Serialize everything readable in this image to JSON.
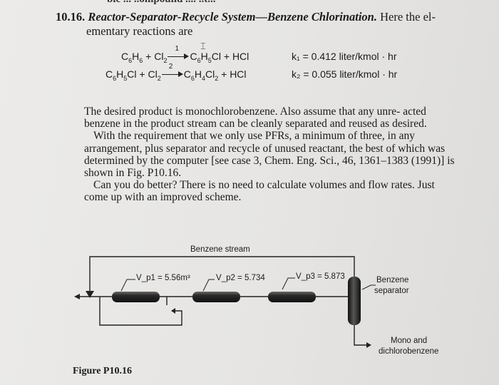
{
  "page": {
    "cut_title": "ble ... ..ompound .... ..t..."
  },
  "problem": {
    "number": "10.16.",
    "title": "Reactor-Separator-Recycle System—Benzene Chlorination.",
    "intro_tail": " Here the el-",
    "intro_line2": "ementary reactions are"
  },
  "reactions": [
    {
      "lhs": [
        "C",
        "6",
        "H",
        "6",
        " + Cl",
        "2"
      ],
      "arrow_label": "1",
      "rhs": [
        "C",
        "6",
        "H",
        "5",
        "Cl + HCl"
      ],
      "rate": "k₁ = 0.412 liter/kmol · hr"
    },
    {
      "lhs": [
        "C",
        "6",
        "H",
        "5",
        "Cl + Cl",
        "2"
      ],
      "arrow_label": "2",
      "rhs": [
        "C",
        "6",
        "H",
        "4",
        "Cl",
        "2",
        " + HCl"
      ],
      "rate": "k₂ = 0.055 liter/kmol · hr"
    }
  ],
  "paragraphs": [
    "The desired product is monochlorobenzene. Also assume that any unre- acted benzene in the product stream can be cleanly separated and reused as desired.",
    "With the requirement that we only use PFRs, a minimum of three, in any arrangement, plus separator and recycle of unused reactant, the best of which was determined by the computer [see case 3, Chem. Eng. Sci., 46, 1361–1383 (1991)] is shown in Fig. P10.16.",
    "Can you do better? There is no need to calculate volumes and flow rates. Just come up with an improved scheme."
  ],
  "diagram": {
    "recycle_label": "Benzene stream",
    "reactor_volumes": [
      "V_p1 = 5.56m³",
      "V_p2 = 5.734",
      "V_p3 = 5.873"
    ],
    "separator_label_1": "Benzene",
    "separator_label_2": "separator",
    "product_label_1": "Mono and",
    "product_label_2": "dichlorobenzene",
    "caption": "Figure P10.16"
  }
}
